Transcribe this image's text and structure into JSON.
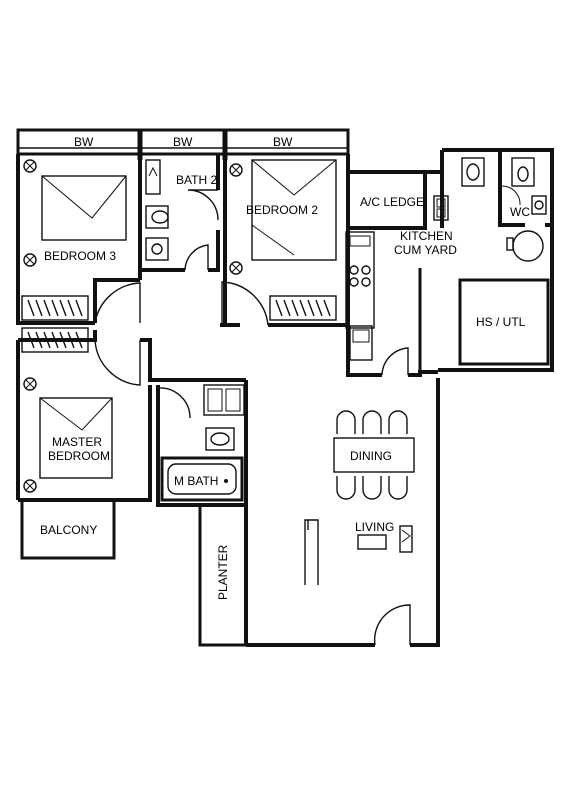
{
  "rooms": {
    "bedroom3": "BEDROOM 3",
    "bath2": "BATH 2",
    "bedroom2": "BEDROOM 2",
    "ac_ledge": "A/C LEDGE",
    "kitchen_line1": "KITCHEN",
    "kitchen_line2": "CUM YARD",
    "wc": "WC",
    "hs_utl": "HS / UTL",
    "master_line1": "MASTER",
    "master_line2": "BEDROOM",
    "m_bath": "M BATH",
    "dining": "DINING",
    "living": "LIVING",
    "balcony": "BALCONY",
    "planter": "PLANTER"
  },
  "bay_windows": [
    "BW",
    "BW",
    "BW"
  ]
}
